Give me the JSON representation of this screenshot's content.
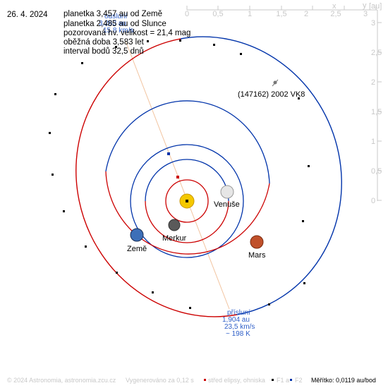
{
  "date": "26. 4. 2024",
  "info": {
    "line1": "planetka 3,457 au od Země",
    "line2": "planetka 2,485 au od Slunce",
    "line3": "pozorovaná hv. velikost = 21,4 mag",
    "line4": "oběžná doba 3,583 let",
    "line5": "interval bodů 32,5 dnů"
  },
  "aphelion": {
    "title": "odsluní",
    "distance": "3,263 au",
    "speed": "15,8 km/s"
  },
  "perihelion": {
    "title": "přísluní",
    "distance": "1,904 au",
    "speed": "23,5 km/s",
    "temp": "~ 198 K"
  },
  "asteroid_label": "(147162) 2002 VK8",
  "planets": {
    "venus": "Venuše",
    "mercury": "Merkur",
    "earth": "Země",
    "mars": "Mars"
  },
  "axes": {
    "x_ticks": [
      "0",
      "0,5",
      "1",
      "1,5",
      "2",
      "2,5",
      "3"
    ],
    "y_ticks": [
      "3",
      "2,5",
      "2",
      "1,5",
      "1",
      "0,5",
      "0"
    ],
    "x_name": "x",
    "y_name": "y",
    "unit": "[au]"
  },
  "footer": {
    "copyright": "© 2024 Astronomia, astronomia.zcu.cz",
    "generated": "Vygenerováno za 0,12 s",
    "legend_center": "střed elipsy, ohniska",
    "legend_f1": "F1 a",
    "legend_f2": "F2",
    "scale": "Měřítko: 0,0119 au/bod"
  },
  "colors": {
    "red_orbit": "#cc0000",
    "blue_orbit": "#0033aa",
    "sun": "#f5c800",
    "axis": "#c8c8c8"
  }
}
